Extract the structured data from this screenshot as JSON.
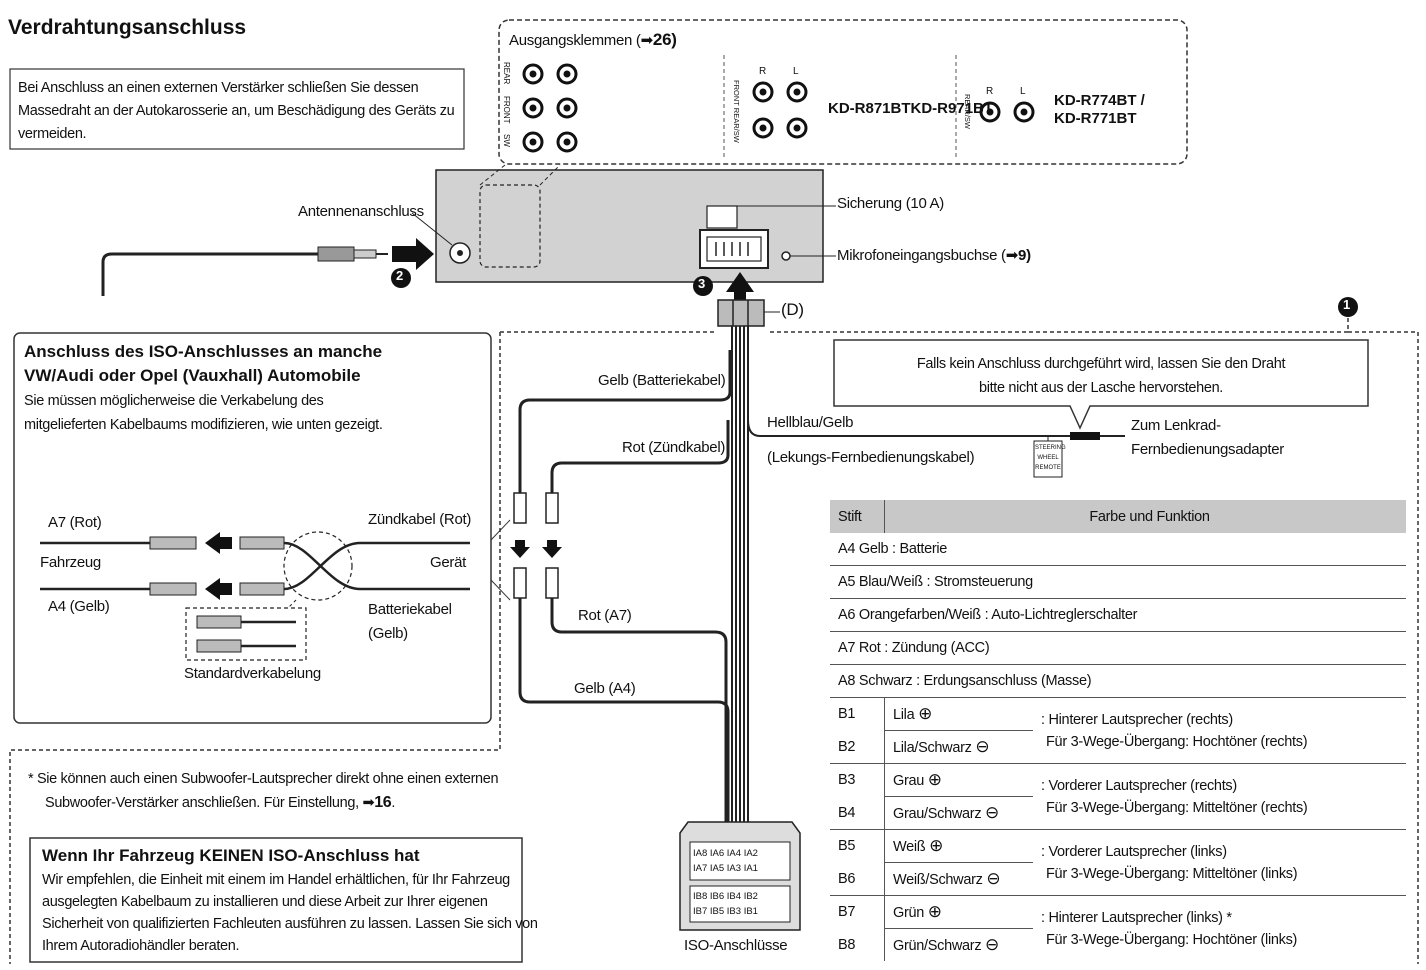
{
  "title": "Verdrahtungsanschluss",
  "amp_note": [
    "Bei Anschluss an einen externen Verstärker schließen Sie dessen",
    "Massedraht an der Autokarosserie an, um Beschädigung des Geräts zu",
    "vermeiden."
  ],
  "output_terminals": {
    "title": "Ausgangsklemmen (",
    "ref": "26)",
    "left_labels": [
      "REAR",
      "FRONT",
      "SW"
    ],
    "mid_labels": [
      "FRONT REAR/SW"
    ],
    "right_labels": [
      "REAR/SW"
    ],
    "channel_r": "R",
    "channel_l": "L",
    "model_group_1": "KD-R871BTKD-R971BT",
    "model_group_2_line1": "KD-R774BT /",
    "model_group_2_line2": "KD-R771BT"
  },
  "unit": {
    "antenna_label": "Antennenanschluss",
    "fuse_label": "Sicherung (10 A)",
    "mic_label": "Mikrofoneingangsbuchse (",
    "mic_ref": "9)",
    "step_1": "1",
    "step_2": "2",
    "step_3": "3",
    "d_label": "(D)"
  },
  "iso_panel": {
    "title_line1": "Anschluss des ISO-Anschlusses an manche",
    "title_line2": "VW/Audi oder Opel (Vauxhall) Automobile",
    "desc_line1": "Sie müssen möglicherweise die Verkabelung des",
    "desc_line2": "mitgelieferten Kabelbaums modifizieren, wie unten gezeigt.",
    "a7": "A7 (Rot)",
    "vehicle": "Fahrzeug",
    "a4": "A4 (Gelb)",
    "ignition": "Zündkabel (Rot)",
    "device": "Gerät",
    "battery_line1": "Batteriekabel",
    "battery_line2": "(Gelb)",
    "standard": "Standardverkabelung"
  },
  "wires": {
    "yellow_battery": "Gelb (Batteriekabel)",
    "red_ignition": "Rot (Zündkabel)",
    "red_a7": "Rot (A7)",
    "yellow_a4": "Gelb (A4)",
    "lightblue": "Hellblau/Gelb",
    "steering_cable": "(Lekungs-Fernbedienungskabel)",
    "steering_tag": [
      "STEERING",
      "WHEEL",
      "REMOTE"
    ],
    "steering_adapter_line1": "Zum Lenkrad-",
    "steering_adapter_line2": "Fernbedienungsadapter",
    "no_connect_line1": "Falls kein Anschluss durchgeführt wird, lassen Sie den Draht",
    "no_connect_line2": "bitte nicht aus der Lasche hervorstehen."
  },
  "iso_connector": {
    "label": "ISO-Anschlüsse",
    "row1": "IA8 IA6 IA4 IA2",
    "row2": "IA7 IA5 IA3 IA1",
    "row3": "IB8 IB6 IB4 IB2",
    "row4": "IB7 IB5 IB3 IB1"
  },
  "subwoofer_note": {
    "line1": "* Sie können auch einen Subwoofer-Lautsprecher direkt ohne einen externen",
    "line2": "Subwoofer-Verstärker anschließen. Für Einstellung,",
    "ref": "16",
    "end": "."
  },
  "no_iso_box": {
    "title": "Wenn Ihr Fahrzeug KEINEN ISO-Anschluss hat",
    "lines": [
      "Wir empfehlen, die Einheit mit einem im Handel erhältlichen, für Ihr Fahrzeug",
      "ausgelegten Kabelbaum zu installieren und diese Arbeit zur Ihrer eigenen",
      "Sicherheit von qualifizierten Fachleuten ausführen zu lassen. Lassen Sie sich von",
      "Ihrem Autoradiohändler beraten."
    ]
  },
  "pin_table": {
    "header_pin": "Stift",
    "header_func": "Farbe und Funktion",
    "simple_rows": [
      {
        "pin": "A4",
        "text": "Gelb : Batterie"
      },
      {
        "pin": "A5",
        "text": "Blau/Weiß : Stromsteuerung"
      },
      {
        "pin": "A6",
        "text": "Orangefarben/Weiß : Auto-Lichtreglerschalter"
      },
      {
        "pin": "A7",
        "text": "Rot : Zündung (ACC)"
      },
      {
        "pin": "A8",
        "text": "Schwarz : Erdungsanschluss (Masse)"
      }
    ],
    "speaker_rows": [
      {
        "pin": "B1",
        "color": "Lila",
        "sign": "⊕",
        "func1": ": Hinterer Lautsprecher (rechts)",
        "func2": "Für 3-Wege-Übergang: Hochtöner (rechts)"
      },
      {
        "pin": "B2",
        "color": "Lila/Schwarz",
        "sign": "⊖"
      },
      {
        "pin": "B3",
        "color": "Grau",
        "sign": "⊕",
        "func1": ": Vorderer Lautsprecher (rechts)",
        "func2": "Für 3-Wege-Übergang: Mitteltöner (rechts)"
      },
      {
        "pin": "B4",
        "color": "Grau/Schwarz",
        "sign": "⊖"
      },
      {
        "pin": "B5",
        "color": "Weiß",
        "sign": "⊕",
        "func1": ": Vorderer Lautsprecher (links)",
        "func2": "Für 3-Wege-Übergang: Mitteltöner (links)"
      },
      {
        "pin": "B6",
        "color": "Weiß/Schwarz",
        "sign": "⊖"
      },
      {
        "pin": "B7",
        "color": "Grün",
        "sign": "⊕",
        "func1": ": Hinterer Lautsprecher (links) *",
        "func2": "Für 3-Wege-Übergang: Hochtöner (links)"
      },
      {
        "pin": "B8",
        "color": "Grün/Schwarz",
        "sign": "⊖"
      }
    ]
  }
}
